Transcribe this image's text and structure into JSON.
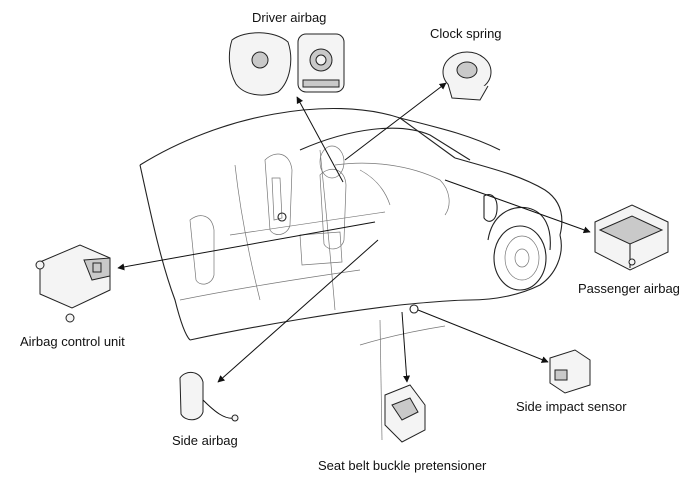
{
  "labels": {
    "driver_airbag": "Driver airbag",
    "clock_spring": "Clock spring",
    "passenger_airbag": "Passenger airbag",
    "airbag_control_unit": "Airbag control unit",
    "side_airbag": "Side airbag",
    "side_impact_sensor": "Side impact sensor",
    "seat_belt_buckle_pretensioner": "Seat belt buckle pretensioner"
  }
}
